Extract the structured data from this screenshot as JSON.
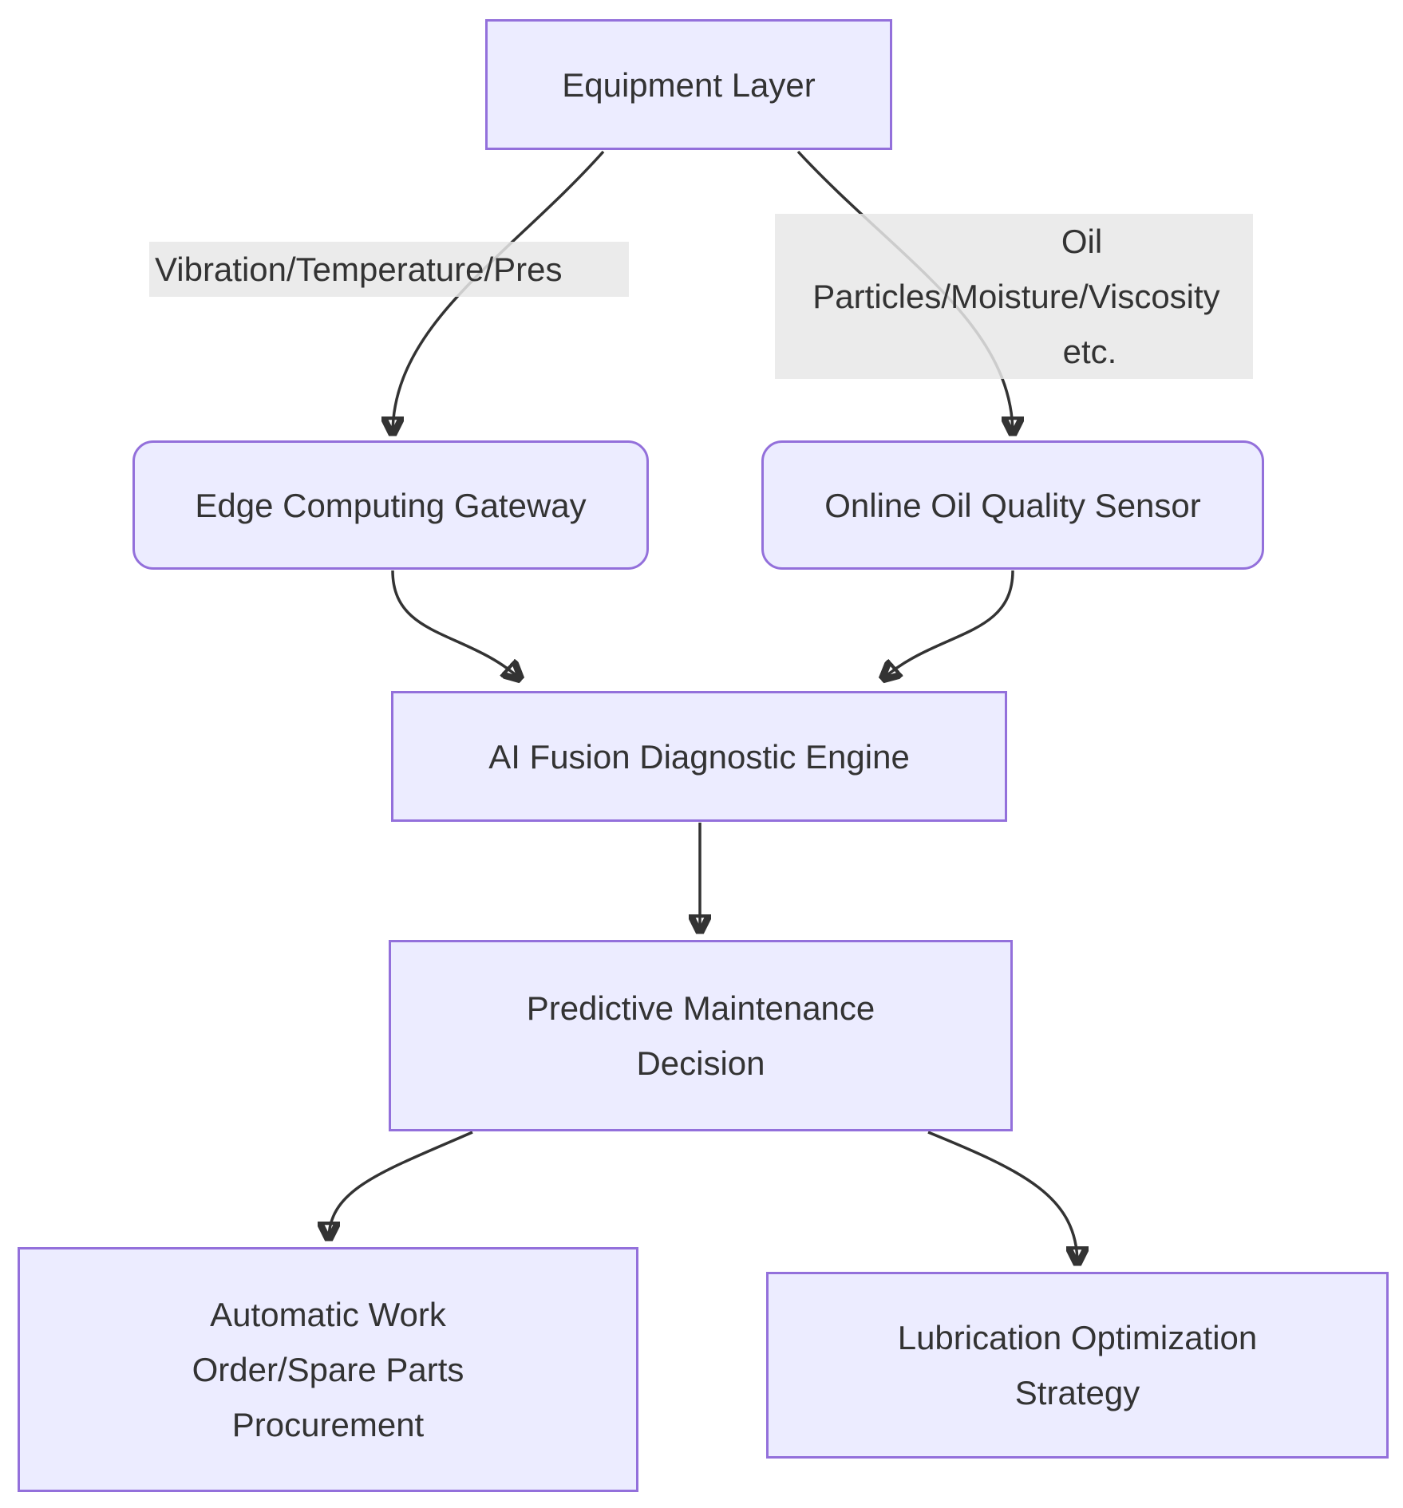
{
  "diagram": {
    "type": "flowchart",
    "colors": {
      "node_fill": "#ECECFF",
      "node_border": "#9370DB",
      "edge_line": "#333333",
      "edge_label_bg": "#E8E8E8",
      "text": "#333333",
      "background": "#FFFFFF"
    },
    "nodes": {
      "equipment": {
        "lines": [
          "Equipment Layer"
        ]
      },
      "gateway": {
        "lines": [
          "Edge Computing Gateway"
        ]
      },
      "sensor": {
        "lines": [
          "Online Oil Quality Sensor"
        ]
      },
      "ai_fusion": {
        "lines": [
          "AI Fusion Diagnostic Engine"
        ]
      },
      "predictive": {
        "lines": [
          "Predictive Maintenance",
          "Decision"
        ]
      },
      "work_order": {
        "lines": [
          "Automatic Work",
          "Order/Spare Parts",
          "Procurement"
        ]
      },
      "lubrication": {
        "lines": [
          "Lubrication Optimization",
          "Strategy"
        ]
      }
    },
    "edge_labels": {
      "vibration": {
        "lines": [
          "Vibration/Temperature/Pres"
        ]
      },
      "oil": {
        "lines": [
          "Oil",
          "Particles/Moisture/Viscosity",
          "etc."
        ]
      }
    },
    "edges": [
      {
        "from": "equipment",
        "to": "gateway",
        "label": "vibration"
      },
      {
        "from": "equipment",
        "to": "sensor",
        "label": "oil"
      },
      {
        "from": "gateway",
        "to": "ai_fusion",
        "label": ""
      },
      {
        "from": "sensor",
        "to": "ai_fusion",
        "label": ""
      },
      {
        "from": "ai_fusion",
        "to": "predictive",
        "label": ""
      },
      {
        "from": "predictive",
        "to": "work_order",
        "label": ""
      },
      {
        "from": "predictive",
        "to": "lubrication",
        "label": ""
      }
    ]
  }
}
